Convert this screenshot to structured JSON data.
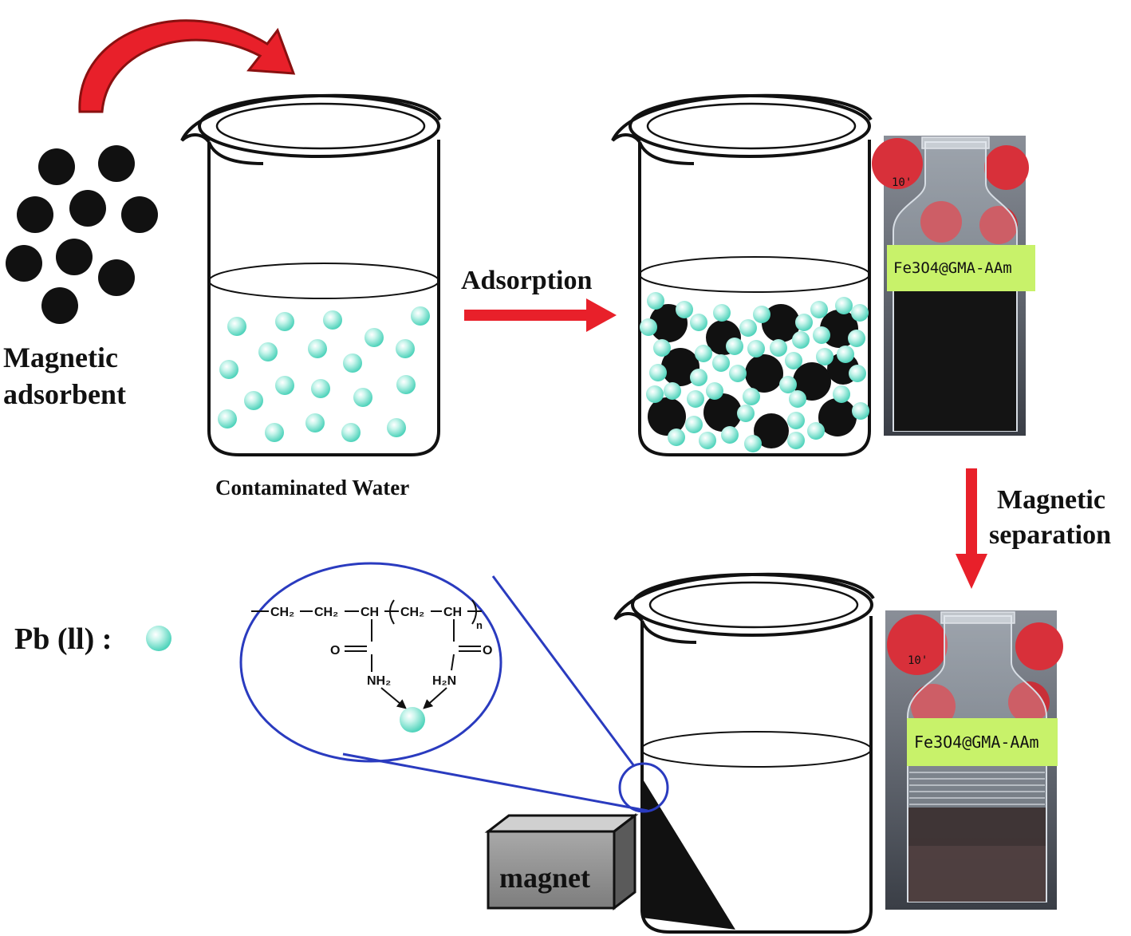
{
  "labels": {
    "magnetic_adsorbent_line1": "Magnetic",
    "magnetic_adsorbent_line2": "adsorbent",
    "contaminated_water": "Contaminated Water",
    "adsorption": "Adsorption",
    "magnetic_separation_line1": "Magnetic",
    "magnetic_separation_line2": "separation",
    "pb_legend": "Pb (ll) :",
    "magnet": "magnet"
  },
  "photos": {
    "bottle_label": "Fe3O4@GMA-AAm",
    "cap_mark": "10'"
  },
  "chemistry": {
    "ch2_a": "CH₂",
    "ch2_b": "CH₂",
    "ch_a": "CH",
    "ch2_c": "CH₂",
    "ch_b": "CH",
    "subscript_n": "n",
    "oxygen_a": "O",
    "oxygen_b": "O",
    "amine_a": "NH₂",
    "amine_b": "H₂N"
  },
  "colors": {
    "arrow_red": "#e8202a",
    "zoom_blue": "#2a3bbf",
    "ion_cyan": "#6fe3cf",
    "adsorbent_black": "#111111",
    "label_green": "#c8f26a"
  }
}
